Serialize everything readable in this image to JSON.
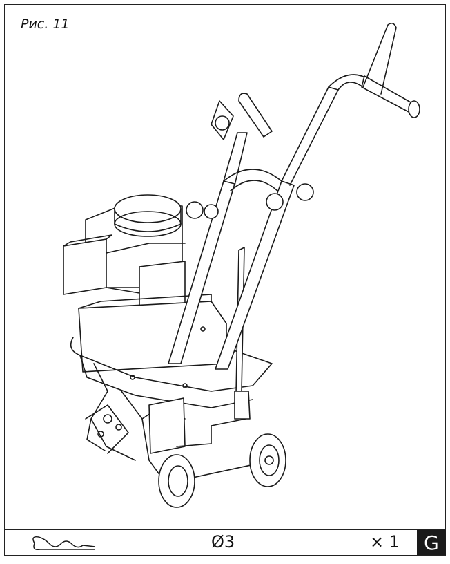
{
  "figure": {
    "label": "Рис. 11"
  },
  "parts": {
    "icon": "cotter-pin-icon",
    "diameter": "Ø3",
    "quantity": "× 1",
    "section": "G"
  },
  "colors": {
    "ink": "#1a1a1a",
    "paper": "#ffffff"
  }
}
